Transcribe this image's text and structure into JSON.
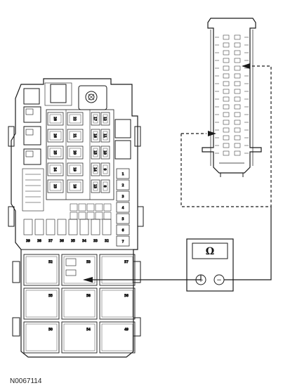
{
  "figure": {
    "reference_id": "N0067114"
  },
  "fuse_box": {
    "upper_fuse_numbers": [
      "28",
      "26",
      "25",
      "24",
      "23",
      "22",
      "21",
      "20",
      "19",
      "18",
      "17",
      "16",
      "15",
      "14",
      "13",
      "12",
      "11",
      "10",
      "9",
      "8"
    ],
    "side_fuse_numbers": [
      "1",
      "2",
      "3",
      "4",
      "5",
      "6",
      "7"
    ],
    "mini_fuse_numbers": [
      "39",
      "38",
      "37",
      "36",
      "35",
      "34",
      "33",
      "32"
    ],
    "relay_labels": [
      "52",
      "53",
      "57",
      "55",
      "58",
      "56",
      "50",
      "54",
      "49"
    ]
  },
  "meter": {
    "unit_symbol": "Ω",
    "plus_symbol": "+",
    "minus_symbol": "−"
  },
  "colors": {
    "line": "#1a1a1a",
    "fill": "#ffffff",
    "shade": "#e6e6e6"
  }
}
